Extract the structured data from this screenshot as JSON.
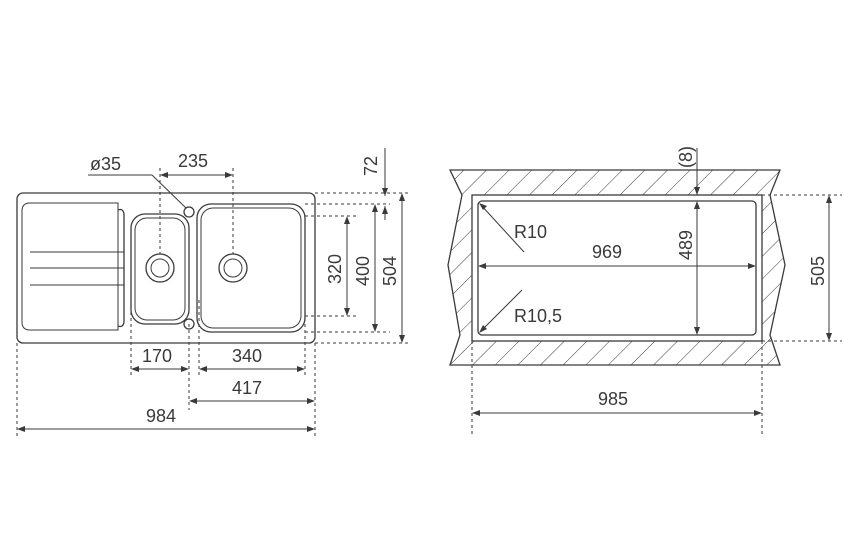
{
  "left_drawing": {
    "hole_diameter": "ø35",
    "dim_tap_spacing": "235",
    "dim_top_offset": "72",
    "dim_bowl_depth_inner": "320",
    "dim_bowl_depth": "400",
    "dim_overall_depth": "504",
    "dim_small_bowl": "170",
    "dim_large_bowl": "340",
    "dim_bowls_span": "417",
    "dim_overall_width": "984"
  },
  "right_drawing": {
    "dim_back_gap": "(8)",
    "radius_top": "R10",
    "radius_bottom": "R10,5",
    "dim_inner_width": "969",
    "dim_inner_depth": "489",
    "dim_cutout_depth": "505",
    "dim_cutout_width": "985"
  }
}
